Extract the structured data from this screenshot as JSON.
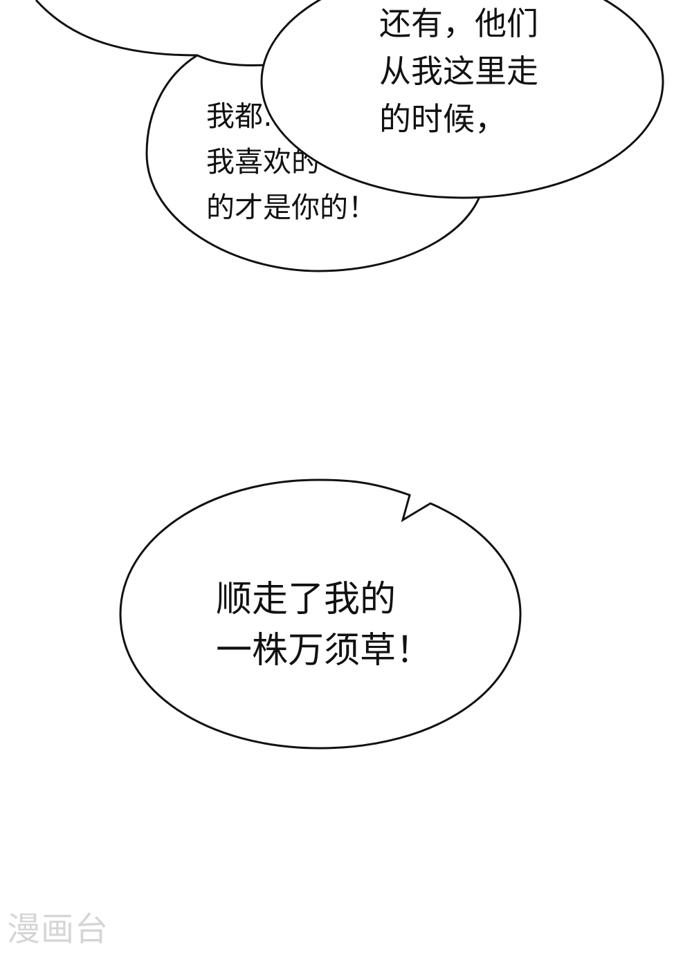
{
  "panel": {
    "back_bubble": {
      "lines": [
        "我都…",
        "我喜欢的",
        "的才是你的！"
      ]
    },
    "front_bubble": {
      "lines": [
        "还有，他们",
        "从我这里走",
        "的时候，"
      ]
    },
    "lower_bubble": {
      "lines": [
        "顺走了我的",
        "一株万须草！"
      ]
    }
  },
  "watermark": {
    "text": "漫画台"
  },
  "colors": {
    "outline": "#111111",
    "bubble_fill": "#ffffff",
    "watermark": "#d6d6d6"
  }
}
